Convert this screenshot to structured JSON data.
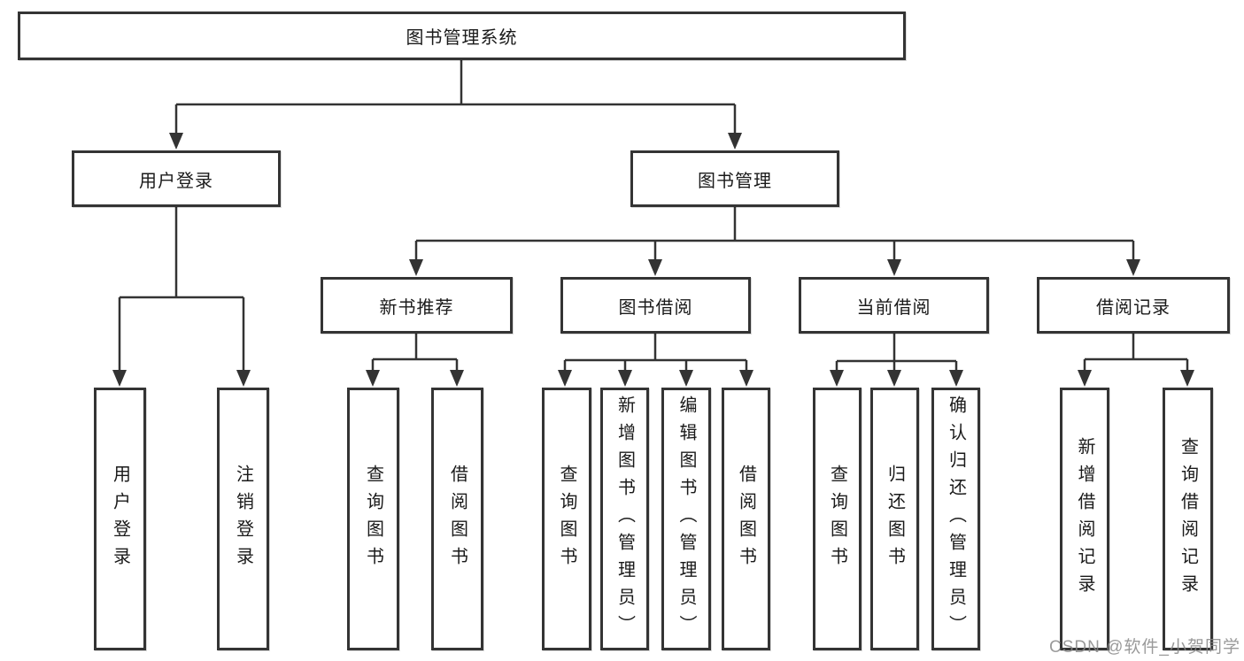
{
  "tree": {
    "label": "图书管理系统",
    "children": [
      {
        "label": "用户登录",
        "children": [
          {
            "label": "用户登录"
          },
          {
            "label": "注销登录"
          }
        ]
      },
      {
        "label": "图书管理",
        "children": [
          {
            "label": "新书推荐",
            "children": [
              {
                "label": "查询图书"
              },
              {
                "label": "借阅图书"
              }
            ]
          },
          {
            "label": "图书借阅",
            "children": [
              {
                "label": "查询图书"
              },
              {
                "label": "新增图书（管理员）"
              },
              {
                "label": "编辑图书（管理员）"
              },
              {
                "label": "借阅图书"
              }
            ]
          },
          {
            "label": "当前借阅",
            "children": [
              {
                "label": "查询图书"
              },
              {
                "label": "归还图书"
              },
              {
                "label": "确认归还（管理员）"
              }
            ]
          },
          {
            "label": "借阅记录",
            "children": [
              {
                "label": "新增借阅记录"
              },
              {
                "label": "查询借阅记录"
              }
            ]
          }
        ]
      }
    ]
  },
  "watermark": "CSDN @软件_小贺同学",
  "colors": {
    "line": "#333333",
    "box_border": "#343434",
    "box_fill": "#ffffff",
    "text": "#1a1a1a",
    "watermark": "#888888",
    "background": "#ffffff"
  }
}
